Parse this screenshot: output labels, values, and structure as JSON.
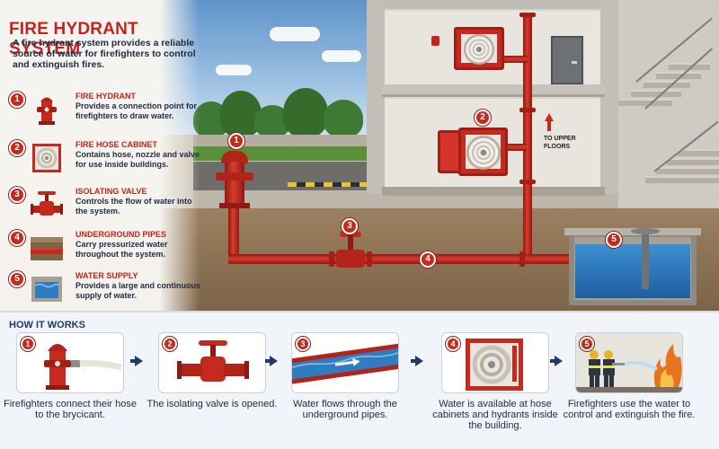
{
  "header": {
    "title": "FIRE HYDRANT SYSTEM",
    "intro": "A fire hydrant system provides a reliable source of water for firefighters to control and extinguish fires."
  },
  "components": [
    {
      "number": "1",
      "title": "FIRE HYDRANT",
      "desc": "Provides a connection point for firefighters to draw water.",
      "icon": "fire-hydrant-icon"
    },
    {
      "number": "2",
      "title": "FIRE HOSE CABINET",
      "desc": "Contains hose, nozzle and valve for use inside buildings.",
      "icon": "hose-cabinet-icon"
    },
    {
      "number": "3",
      "title": "ISOLATING VALVE",
      "desc": "Controls the flow of water into the system.",
      "icon": "gate-valve-icon"
    },
    {
      "number": "4",
      "title": "UNDERGROUND PIPES",
      "desc": "Carry pressurized water throughout the system.",
      "icon": "underground-pipe-icon"
    },
    {
      "number": "5",
      "title": "WATER SUPPLY",
      "desc": "Provides a large and continuous supply of water.",
      "icon": "water-tank-icon"
    }
  ],
  "diagram": {
    "markers": [
      "1",
      "2",
      "3",
      "4",
      "5"
    ],
    "upper_floors_label": "TO UPPER FLOORS"
  },
  "how_it_works": {
    "title": "HOW IT WORKS",
    "steps": [
      {
        "number": "1",
        "text": "Firefighters connect their hose to the brycicant."
      },
      {
        "number": "2",
        "text": "The isolating valve is opened."
      },
      {
        "number": "3",
        "text": "Water flows through the underground pipes."
      },
      {
        "number": "4",
        "text": "Water is available at hose cabinets and hydrants inside the building."
      },
      {
        "number": "5",
        "text": "Firefighters use the water to control and extinguish the fire."
      }
    ]
  },
  "colors": {
    "accent_red": "#c62a1f",
    "navy_text": "#1f2a44",
    "water_blue": "#2f7cc0"
  }
}
